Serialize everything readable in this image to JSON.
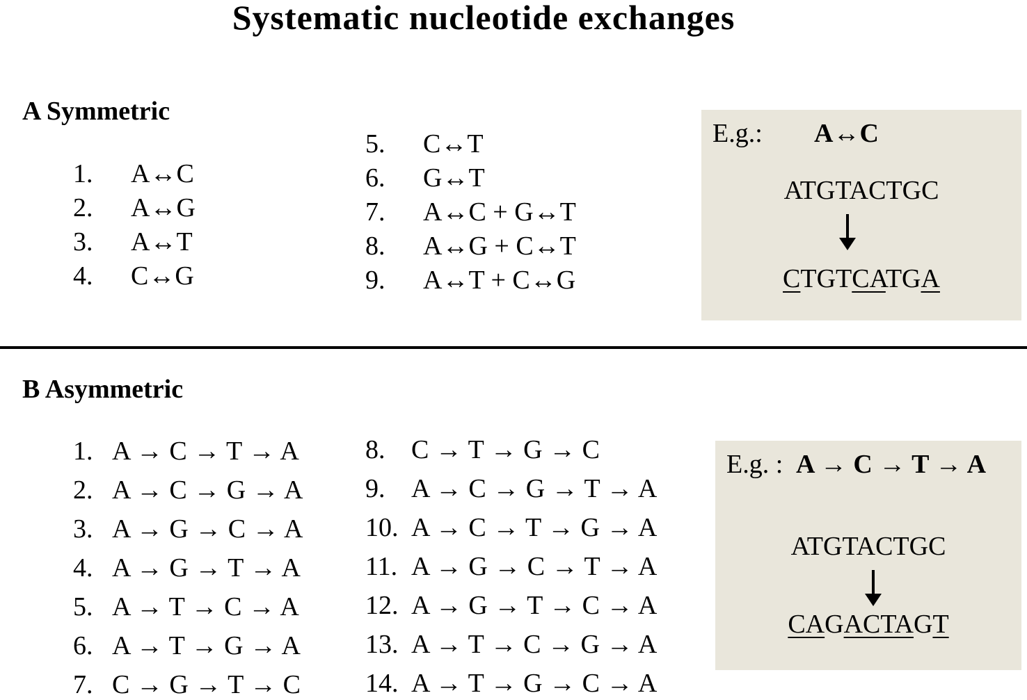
{
  "title": "Systematic nucleotide exchanges",
  "section_a": {
    "heading": "A  Symmetric",
    "col1": [
      {
        "num": "1.",
        "text": "A↔C"
      },
      {
        "num": "2.",
        "text": "A↔G"
      },
      {
        "num": "3.",
        "text": "A↔T"
      },
      {
        "num": "4.",
        "text": "C↔G"
      }
    ],
    "col2": [
      {
        "num": "5.",
        "text": "C↔T"
      },
      {
        "num": "6.",
        "text": "G↔T"
      },
      {
        "num": "7.",
        "text": "A↔C + G↔T"
      },
      {
        "num": "8.",
        "text": "A↔G + C↔T"
      },
      {
        "num": "9.",
        "text": "A↔T + C↔G"
      }
    ],
    "example": {
      "label": "E.g.:",
      "rule": "A↔C",
      "original": "ATGTACTGC",
      "mutated_segments": [
        {
          "t": "C",
          "u": true
        },
        {
          "t": "TGT",
          "u": false
        },
        {
          "t": "CA",
          "u": true
        },
        {
          "t": "TG",
          "u": false
        },
        {
          "t": "A",
          "u": true
        }
      ]
    }
  },
  "section_b": {
    "heading": "B  Asymmetric",
    "col1": [
      {
        "num": "1.",
        "text": "A → C → T → A"
      },
      {
        "num": "2.",
        "text": "A → C → G → A"
      },
      {
        "num": "3.",
        "text": "A → G → C → A"
      },
      {
        "num": "4.",
        "text": "A → G → T → A"
      },
      {
        "num": "5.",
        "text": "A → T → C → A"
      },
      {
        "num": "6.",
        "text": "A → T → G → A"
      },
      {
        "num": "7.",
        "text": "C → G → T → C"
      }
    ],
    "col2": [
      {
        "num": "8.",
        "text": "C → T → G → C"
      },
      {
        "num": "9.",
        "text": "A → C → G → T → A"
      },
      {
        "num": "10.",
        "text": "A → C → T → G → A"
      },
      {
        "num": "11.",
        "text": "A → G → C → T → A"
      },
      {
        "num": "12.",
        "text": "A → G → T → C → A"
      },
      {
        "num": "13.",
        "text": "A → T → C → G → A"
      },
      {
        "num": "14.",
        "text": "A → T → G → C → A"
      }
    ],
    "example": {
      "label": "E.g. :",
      "rule": "A → C → T → A",
      "original": "ATGTACTGC",
      "mutated_segments": [
        {
          "t": "CA",
          "u": true
        },
        {
          "t": "G",
          "u": false
        },
        {
          "t": "ACTA",
          "u": true
        },
        {
          "t": "G",
          "u": false
        },
        {
          "t": "T",
          "u": true
        }
      ]
    }
  }
}
